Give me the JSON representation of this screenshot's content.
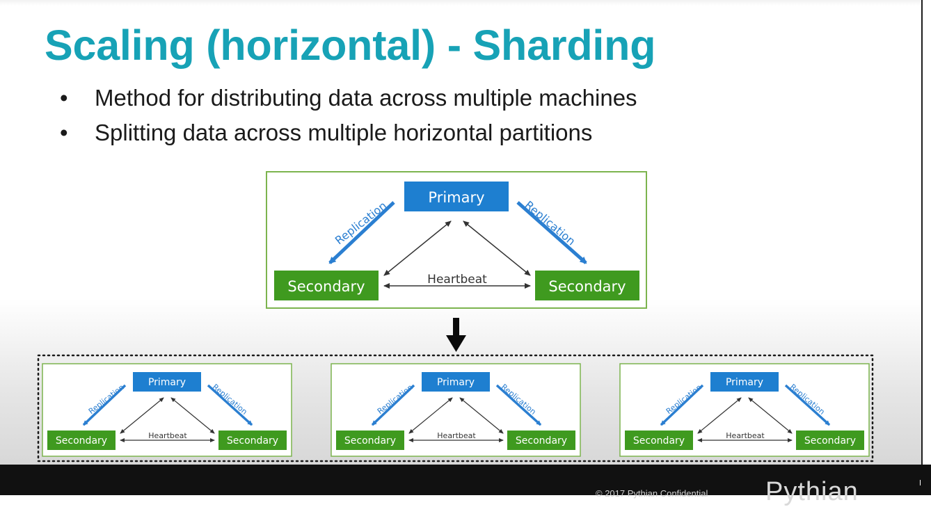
{
  "slide": {
    "title": "Scaling (horizontal) - Sharding",
    "bullets": [
      "Method for distributing data across multiple machines",
      "Splitting data across multiple horizontal partitions"
    ],
    "bullet_symbol": "•"
  },
  "replica_set": {
    "primary": "Primary",
    "secondary_left": "Secondary",
    "secondary_right": "Secondary",
    "replication_left": "Replication",
    "replication_right": "Replication",
    "heartbeat": "Heartbeat"
  },
  "shards": [
    {
      "primary": "Primary",
      "secondary_left": "Secondary",
      "secondary_right": "Secondary",
      "replication_left": "Replication",
      "replication_right": "Replication",
      "heartbeat": "Heartbeat"
    },
    {
      "primary": "Primary",
      "secondary_left": "Secondary",
      "secondary_right": "Secondary",
      "replication_left": "Replication",
      "replication_right": "Replication",
      "heartbeat": "Heartbeat"
    },
    {
      "primary": "Primary",
      "secondary_left": "Secondary",
      "secondary_right": "Secondary",
      "replication_left": "Replication",
      "replication_right": "Replication",
      "heartbeat": "Heartbeat"
    }
  ],
  "footer": {
    "copyright": "© 2017 Pythian Confidential",
    "logo": "Pythian"
  },
  "colors": {
    "title": "#17a2b6",
    "primary_box": "#1e7fd0",
    "secondary_box": "#3f9a1f",
    "frame_border": "#7cb44e",
    "replication_arrow": "#2b7fd1",
    "replication_text": "#2b7fd1",
    "heartbeat_arrow": "#333333"
  }
}
